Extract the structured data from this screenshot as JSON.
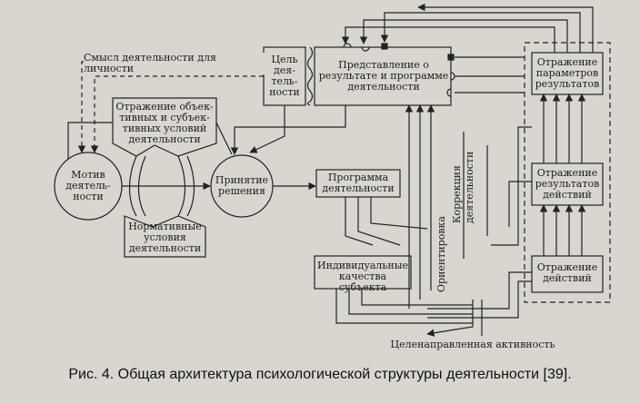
{
  "diagram": {
    "nodes": {
      "motive": "Мотив\nдеятель-\nности",
      "goal": "Цель\nдея-\nтель-\nности",
      "representation": "Представление о\nрезультате и программе\nдеятельности",
      "reflection_conditions": "Отражение объек-\nтивных и субъек-\nтивных условий\nдеятельности",
      "decision": "Принятие\nрешения",
      "program": "Программа\nдеятельности",
      "normative": "Нормативные\nусловия\nдеятельности",
      "individual_qualities": "Индивидуальные\nкачества субъекта",
      "reflection_params": "Отражение\nпараметров\nрезультатов",
      "reflection_results": "Отражение\nрезультатов\nдействий",
      "reflection_actions": "Отражение\nдействий"
    },
    "edge_labels": {
      "meaning": "Смысл деятельности для личности",
      "orientation": "Ориентировка",
      "correction": "Коррекция\nдеятельности",
      "purposeful_activity": "Целенаправленная активность"
    }
  },
  "caption": "Рис. 4. Общая архитектура психологической структуры деятельности [39]."
}
